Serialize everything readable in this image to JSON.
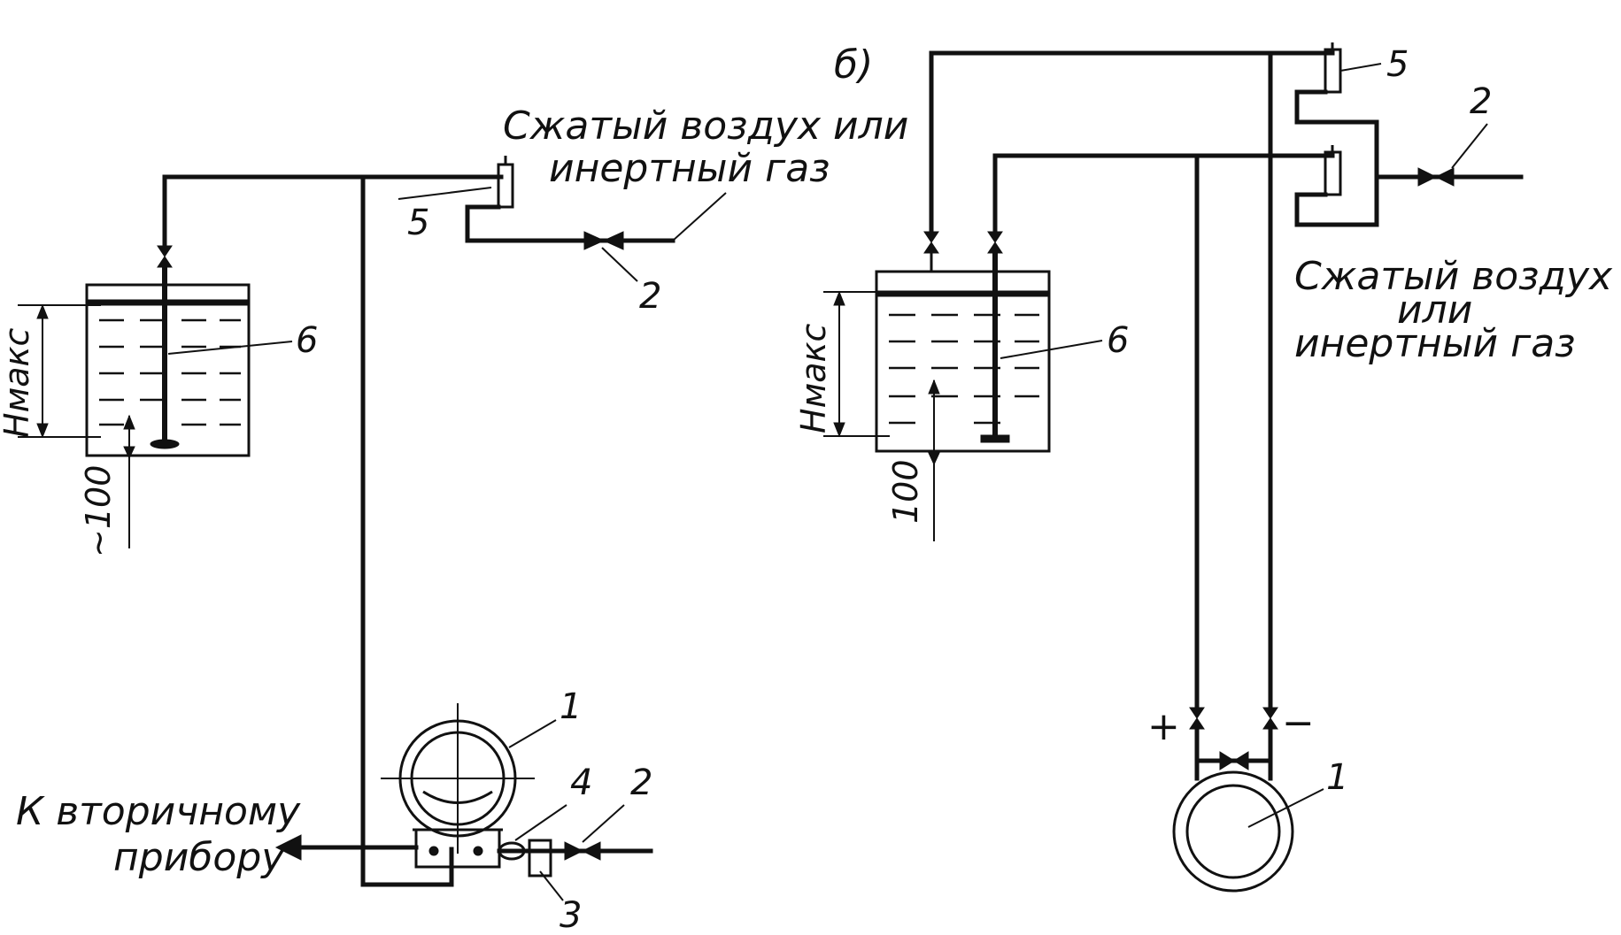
{
  "labels": {
    "panel_b": "б)",
    "gas_a_line1": "Сжатый воздух или",
    "gas_a_line2": "инертный газ",
    "gas_b_line1": "Сжатый воздух",
    "gas_b_line2": "или",
    "gas_b_line3": "инертный газ",
    "secondary_line1": "К вторичному",
    "secondary_line2": "прибору",
    "h_max_a": "Hмакс",
    "h_max_b": "Hмакс",
    "depth_a": "~100",
    "depth_b": "100",
    "plus": "+",
    "minus": "−"
  },
  "callouts": {
    "a_1": "1",
    "a_2_top": "2",
    "a_2_bottom": "2",
    "a_3": "3",
    "a_4": "4",
    "a_5": "5",
    "a_6": "6",
    "b_1": "1",
    "b_2": "2",
    "b_5": "5",
    "b_6": "6"
  }
}
